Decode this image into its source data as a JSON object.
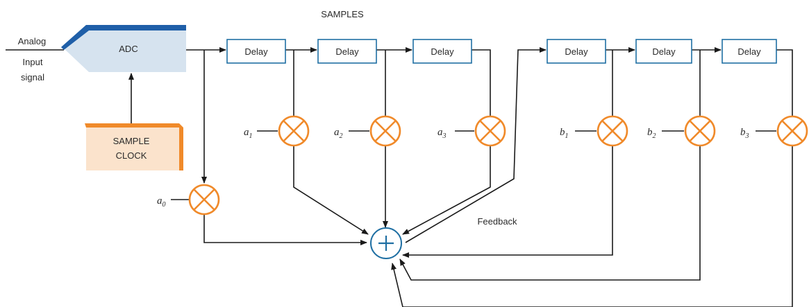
{
  "title": "SAMPLES",
  "input": {
    "label_line1": "Analog",
    "label_line2": "Input",
    "label_line3": "signal"
  },
  "adc": {
    "label": "ADC"
  },
  "clock": {
    "label_line1": "SAMPLE",
    "label_line2": "CLOCK"
  },
  "delays": [
    "Delay",
    "Delay",
    "Delay",
    "Delay",
    "Delay",
    "Delay"
  ],
  "coefficients": {
    "a0": {
      "base": "a",
      "sub": "0"
    },
    "a1": {
      "base": "a",
      "sub": "1"
    },
    "a2": {
      "base": "a",
      "sub": "2"
    },
    "a3": {
      "base": "a",
      "sub": "3"
    },
    "b1": {
      "base": "b",
      "sub": "1"
    },
    "b2": {
      "base": "b",
      "sub": "2"
    },
    "b3": {
      "base": "b",
      "sub": "3"
    }
  },
  "feedback_label": "Feedback",
  "sum_symbol": "+",
  "colors": {
    "adc_fill": "#d6e3ef",
    "adc_accent": "#1f5fa8",
    "clock_fill": "#fbe3cc",
    "clock_accent": "#f08a2a",
    "delay_stroke": "#1f6fa3",
    "multiplier": "#f08a2a",
    "adder": "#1f6fa3"
  }
}
